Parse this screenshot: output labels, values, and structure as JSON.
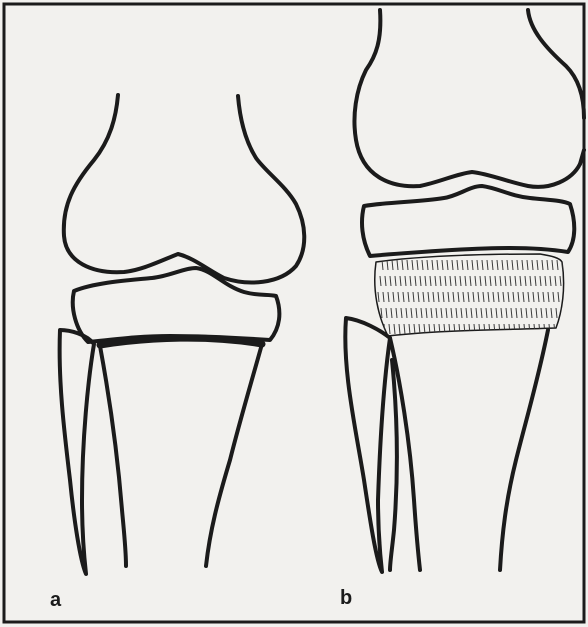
{
  "panels": [
    {
      "id": "a",
      "label": "a"
    },
    {
      "id": "b",
      "label": "b"
    }
  ],
  "colors": {
    "background": "#f2f1ee",
    "frame": "#1b1b1b",
    "outline": "#1b1b1b",
    "hatch": "#3a3a3a"
  }
}
